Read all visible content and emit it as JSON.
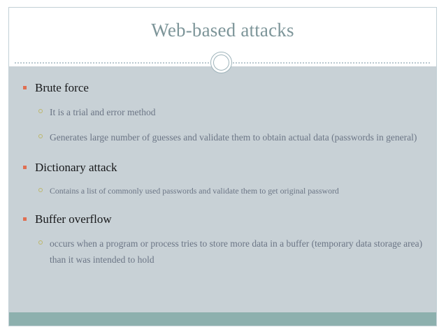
{
  "slide": {
    "title": "Web-based attacks",
    "colors": {
      "title_text": "#7d9599",
      "body_background": "#c8d1d6",
      "footer_bar": "#8db0ae",
      "level1_bullet": "#e06f52",
      "level2_bullet": "#bdb76b",
      "level1_text": "#17181a",
      "level2_text": "#6b7585",
      "slide_border": "#c2d0d6"
    },
    "ornament_icon": "circle-outline-ornament",
    "content": [
      {
        "level": 1,
        "bullet": "square-bullet",
        "text": "Brute force"
      },
      {
        "level": 2,
        "bullet": "hollow-circle-bullet",
        "text": "It is a trial and error method"
      },
      {
        "level": 2,
        "bullet": "hollow-circle-bullet",
        "text": "Generates large number of guesses and validate them to obtain actual data (passwords in general)"
      },
      {
        "level": 1,
        "bullet": "square-bullet",
        "text": "Dictionary attack"
      },
      {
        "level": 2,
        "bullet": "hollow-circle-bullet",
        "size": "small",
        "text": "Contains a list of commonly used passwords and validate them to get original password"
      },
      {
        "level": 1,
        "bullet": "square-bullet",
        "text": "Buffer overflow"
      },
      {
        "level": 2,
        "bullet": "hollow-circle-bullet",
        "text": "occurs when a program or process tries to store more data in a buffer (temporary data storage area) than it was intended to hold"
      }
    ]
  }
}
